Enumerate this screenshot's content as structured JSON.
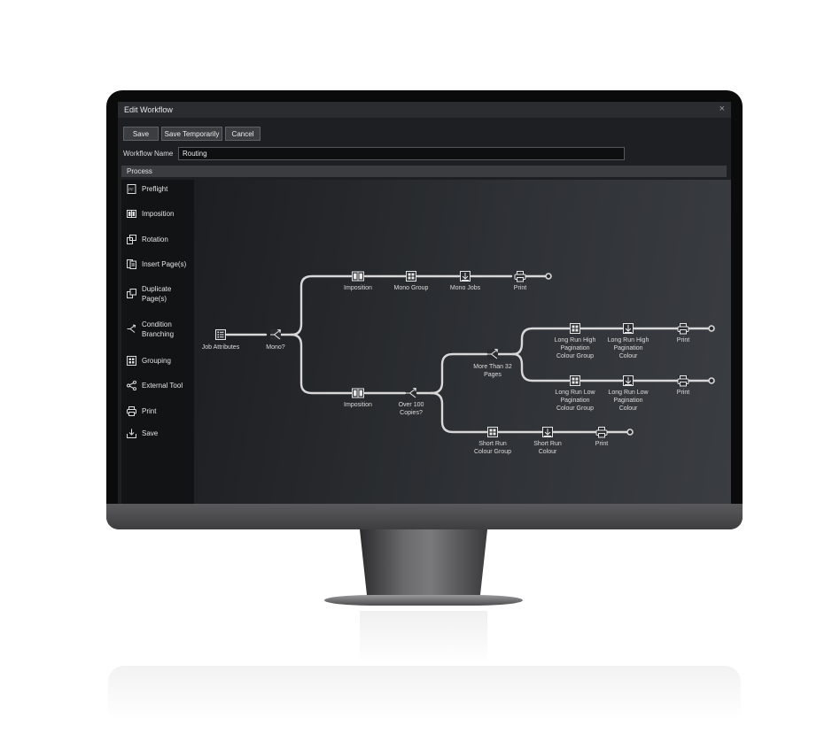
{
  "window": {
    "title": "Edit Workflow",
    "close_icon": "×"
  },
  "toolbar": {
    "save_label": "Save",
    "save_temp_label": "Save Temporarily",
    "cancel_label": "Cancel"
  },
  "workflow_name": {
    "label": "Workflow Name",
    "value": "Routing"
  },
  "process_header": "Process",
  "sidebar": {
    "items": [
      {
        "label": "Preflight",
        "icon": "preflight-icon"
      },
      {
        "label": "Imposition",
        "icon": "imposition-icon"
      },
      {
        "label": "Rotation",
        "icon": "rotation-icon"
      },
      {
        "label": "Insert Page(s)",
        "icon": "insert-pages-icon"
      },
      {
        "label_line1": "Duplicate",
        "label_line2": "Page(s)",
        "icon": "duplicate-pages-icon"
      },
      {
        "label_line1": "Condition",
        "label_line2": "Branching",
        "icon": "condition-branching-icon"
      },
      {
        "label": "Grouping",
        "icon": "grouping-icon"
      },
      {
        "label": "External Tool",
        "icon": "external-tool-icon"
      },
      {
        "label": "Print",
        "icon": "print-icon"
      },
      {
        "label": "Save",
        "icon": "save-icon"
      }
    ]
  },
  "flow": {
    "job_attributes": "Job Attributes",
    "mono": "Mono?",
    "top_imposition": "Imposition",
    "mono_group": "Mono Group",
    "mono_jobs": "Mono Jobs",
    "top_print": "Print",
    "bottom_imposition": "Imposition",
    "over_100_l1": "Over 100",
    "over_100_l2": "Copies?",
    "more_32_l1": "More Than 32",
    "more_32_l2": "Pages",
    "lrh_group_l1": "Long Run High",
    "lrh_group_l2": "Pagination",
    "lrh_group_l3": "Colour Group",
    "lrh_colour_l1": "Long Run High",
    "lrh_colour_l2": "Pagination",
    "lrh_colour_l3": "Colour",
    "lrh_print": "Print",
    "lrl_group_l1": "Long Run Low",
    "lrl_group_l2": "Pagination",
    "lrl_group_l3": "Colour Group",
    "lrl_colour_l1": "Long Run Low",
    "lrl_colour_l2": "Pagination",
    "lrl_colour_l3": "Colour",
    "lrl_print": "Print",
    "sr_group_l1": "Short Run",
    "sr_group_l2": "Colour Group",
    "sr_colour_l1": "Short Run",
    "sr_colour_l2": "Colour",
    "sr_print": "Print"
  },
  "colors": {
    "accent": "#e0e0e0",
    "panel": "#121315",
    "window": "#1d1f22"
  }
}
